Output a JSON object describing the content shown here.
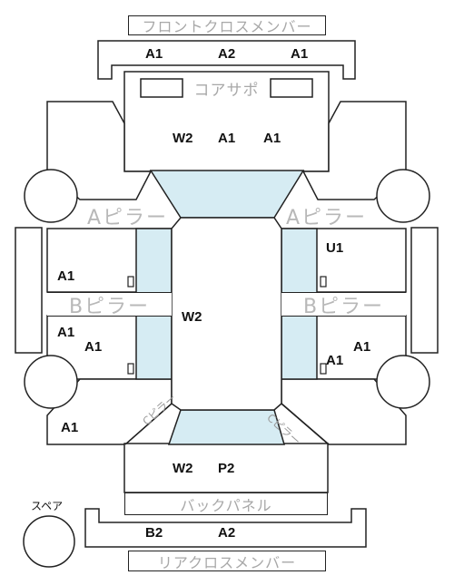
{
  "parts": {
    "front_cross_member": "フロントクロスメンバー",
    "core_support": "コアサポ",
    "a_pillar_left": "Aピラー",
    "a_pillar_right": "Aピラー",
    "b_pillar_left": "Bピラー",
    "b_pillar_right": "Bピラー",
    "c_pillar_left": "Cピラー",
    "c_pillar_right": "Cピラー",
    "back_panel": "バックパネル",
    "rear_cross_member": "リアクロスメンバー",
    "spare": "スペア"
  },
  "codes": {
    "front_cross_left": "A1",
    "front_cross_center": "A2",
    "front_cross_right": "A1",
    "hood_left": "W2",
    "hood_center": "A1",
    "hood_right": "A1",
    "front_left_door": "A1",
    "rear_left_door_upper": "A1",
    "rear_left_door_lower": "A1",
    "front_right_door": "U1",
    "rear_right_door_upper": "A1",
    "rear_right_door_lower": "A1",
    "roof": "W2",
    "left_quarter": "A1",
    "trunk_left": "W2",
    "trunk_right": "P2",
    "rear_cross_left": "B2",
    "rear_cross_right": "A2"
  },
  "colors": {
    "glass": "#d6ecf3",
    "stroke": "#222222",
    "label_gray": "#a8a8a8"
  }
}
